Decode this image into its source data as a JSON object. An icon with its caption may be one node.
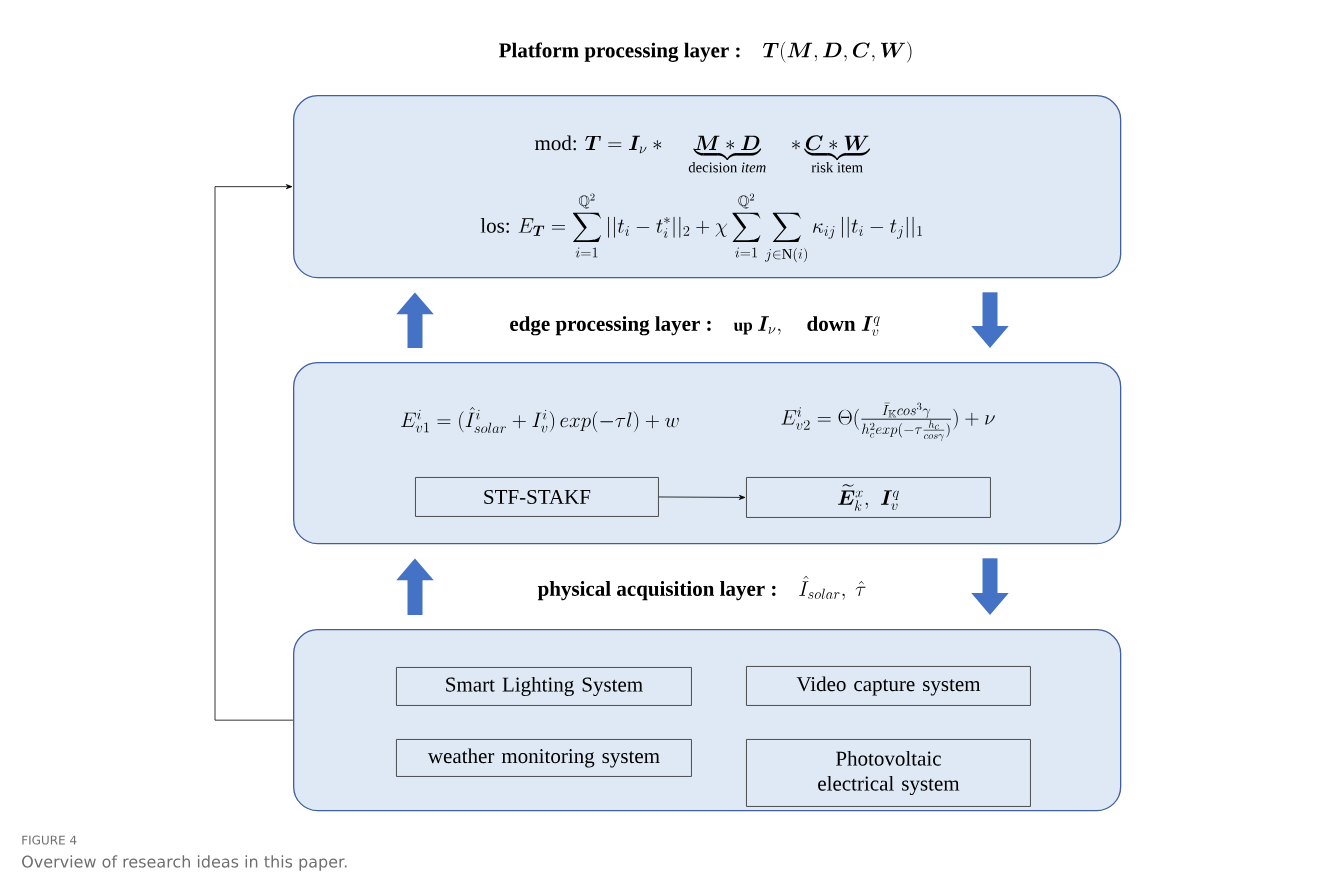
{
  "diagram": {
    "caption": "Overview of research ideas in this paper.",
    "nodes": [
      {
        "text": [
          "\\textbf{Platform processing layer :}\\quad \\boldsymbol{T}(\\boldsymbol{M}, \\boldsymbol{D}, \\boldsymbol{C}, \\boldsymbol{W})",
          "\\text{mod: }\\boldsymbol{T} = \\boldsymbol{I}_{\\nu} * \\quad\\underbrace{\\boldsymbol{M} * \\boldsymbol{D}}_{\\text{decision }\\mathit{item}}\\quad * \\underbrace{\\boldsymbol{C} * \\boldsymbol{W}}_{\\text{risk item}}",
          "\\text{los: } E_{\\boldsymbol{T}} = \\sum_{i=1}^{\\mathbb{Q}^2} ||t_i - t_i^*||_2 + \\chi \\sum_{i=1}^{\\mathbb{Q}^2} \\sum_{j\\in \\mathrm{N}(i)} \\kappa_{ij}\\, ||t_i - t_j||_1"
        ]
      },
      {
        "text": [
          "E_{v1}^{i} = (\\hat{I}_{solar}^{i} + I_{v}^{i})\\, exp(-\\tau l) + w",
          "E_{v2}^{i} = \\Theta(\\frac{\\bar{I}_{\\mathbb{K}} cos^3\\gamma}{h_c^2 exp(-\\tau \\frac{h_c}{cos\\gamma})}) + \\nu"
        ]
      },
      {
        "text": [
          "STF-STAKF"
        ],
        "in": 1
      },
      {
        "text": [
          "\\widetilde{\\boldsymbol{E}}_k^x ,\\ \\boldsymbol{I}_v^q"
        ],
        "in": 1
      },
      {
        "text": [],
        "shape": "box"
      },
      {
        "text": [
          "Smart Lighting System"
        ],
        "in": 4
      },
      {
        "text": [
          "Video capture system"
        ],
        "in": 4
      },
      {
        "text": [
          "weather monitoring system"
        ],
        "in": 4
      },
      {
        "text": [
          "Photovoltaic electrical system"
        ],
        "in": 4
      }
    ],
    "edges": [
      {
        "from": 1,
        "to": 0,
        "arrow": "to"
      },
      {
        "from": 0,
        "to": 1,
        "arrow": "to"
      },
      {
        "from": 4,
        "to": 1,
        "arrow": "to"
      },
      {
        "from": 1,
        "to": 4,
        "arrow": "to"
      },
      {
        "from": 2,
        "to": 3,
        "arrow": "to",
        "color": "#000000"
      },
      {
        "from": 4,
        "to": 0,
        "arrow": "to",
        "color": "#000000"
      }
    ],
    "labels": [
      "\\textbf{edge processing layer :}\\quad \\text{\\bfseries\\LARGE up } \\boldsymbol{I}_{\\nu}, \\quad \\textbf{down } \\boldsymbol{I}_{v}^{q}",
      "\\textbf{physical acquisition layer :}\\quad \\hat{I}_{solar},\\ \\hat{\\tau}",
      "FIGURE 4"
    ]
  }
}
